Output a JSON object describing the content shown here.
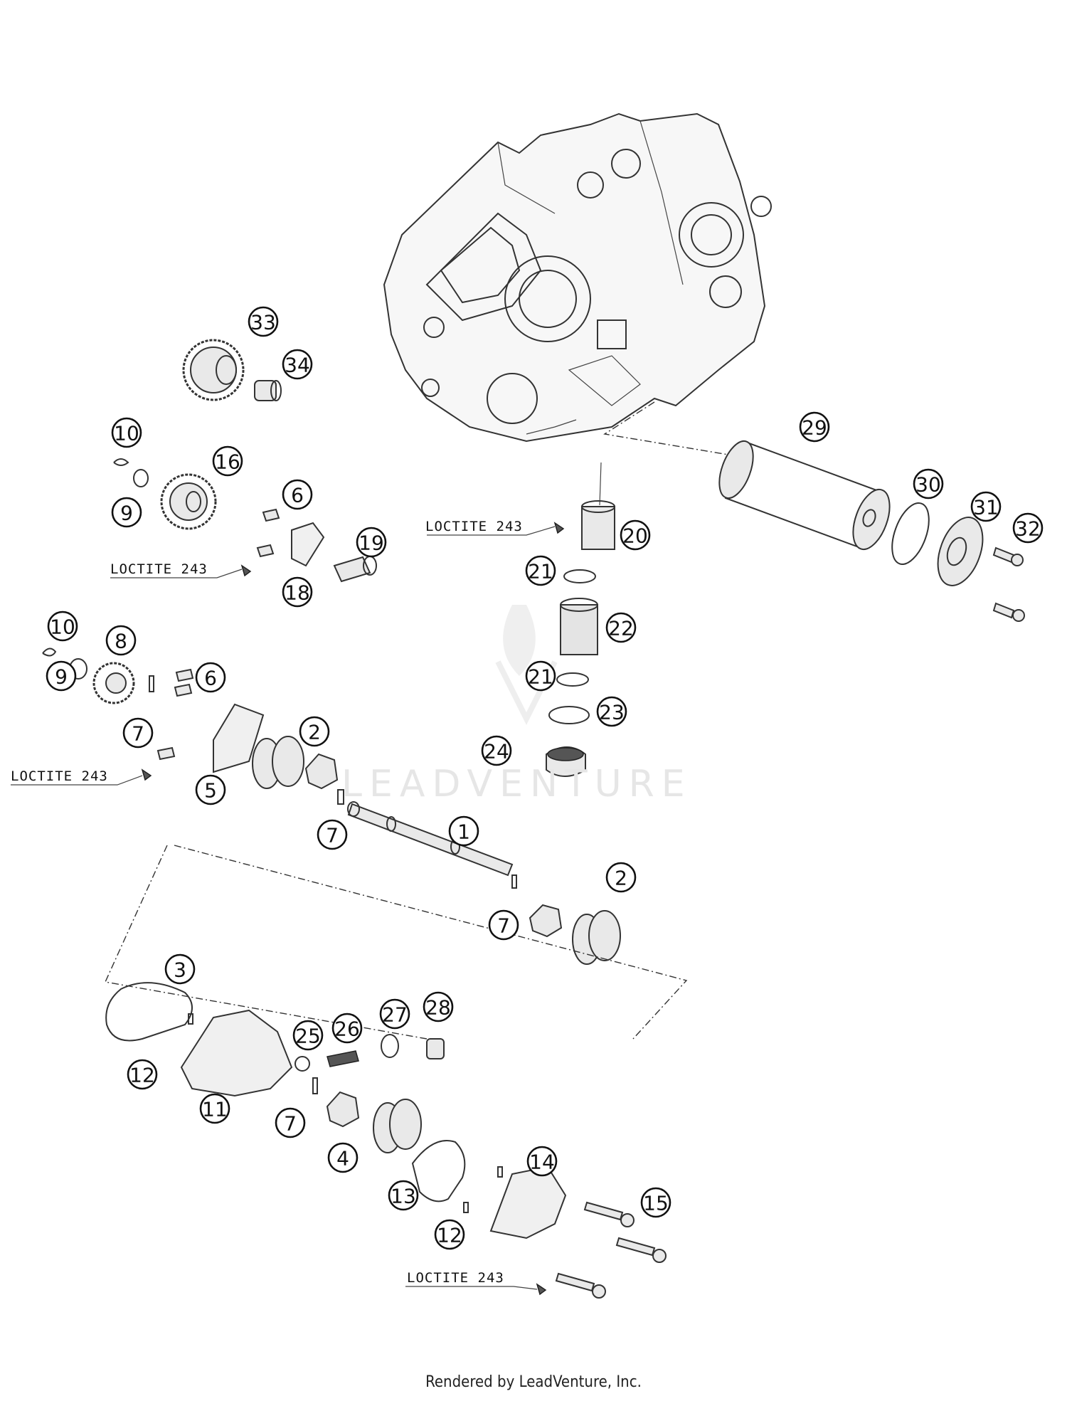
{
  "watermark": "LEADVENTURE",
  "footer": "Rendered by LeadVenture, Inc.",
  "loctite_label": "LOCTITE 243",
  "callouts": [
    "33",
    "34",
    "10",
    "16",
    "9",
    "6",
    "18",
    "19",
    "20",
    "21",
    "22",
    "21",
    "23",
    "24",
    "29",
    "30",
    "31",
    "32",
    "10",
    "8",
    "9",
    "6",
    "7",
    "2",
    "5",
    "7",
    "1",
    "2",
    "7",
    "3",
    "12",
    "11",
    "25",
    "26",
    "27",
    "28",
    "7",
    "4",
    "13",
    "12",
    "14",
    "15"
  ],
  "loctite_labels": [
    "LOCTITE 243",
    "LOCTITE 243",
    "LOCTITE 243",
    "LOCTITE 243"
  ]
}
